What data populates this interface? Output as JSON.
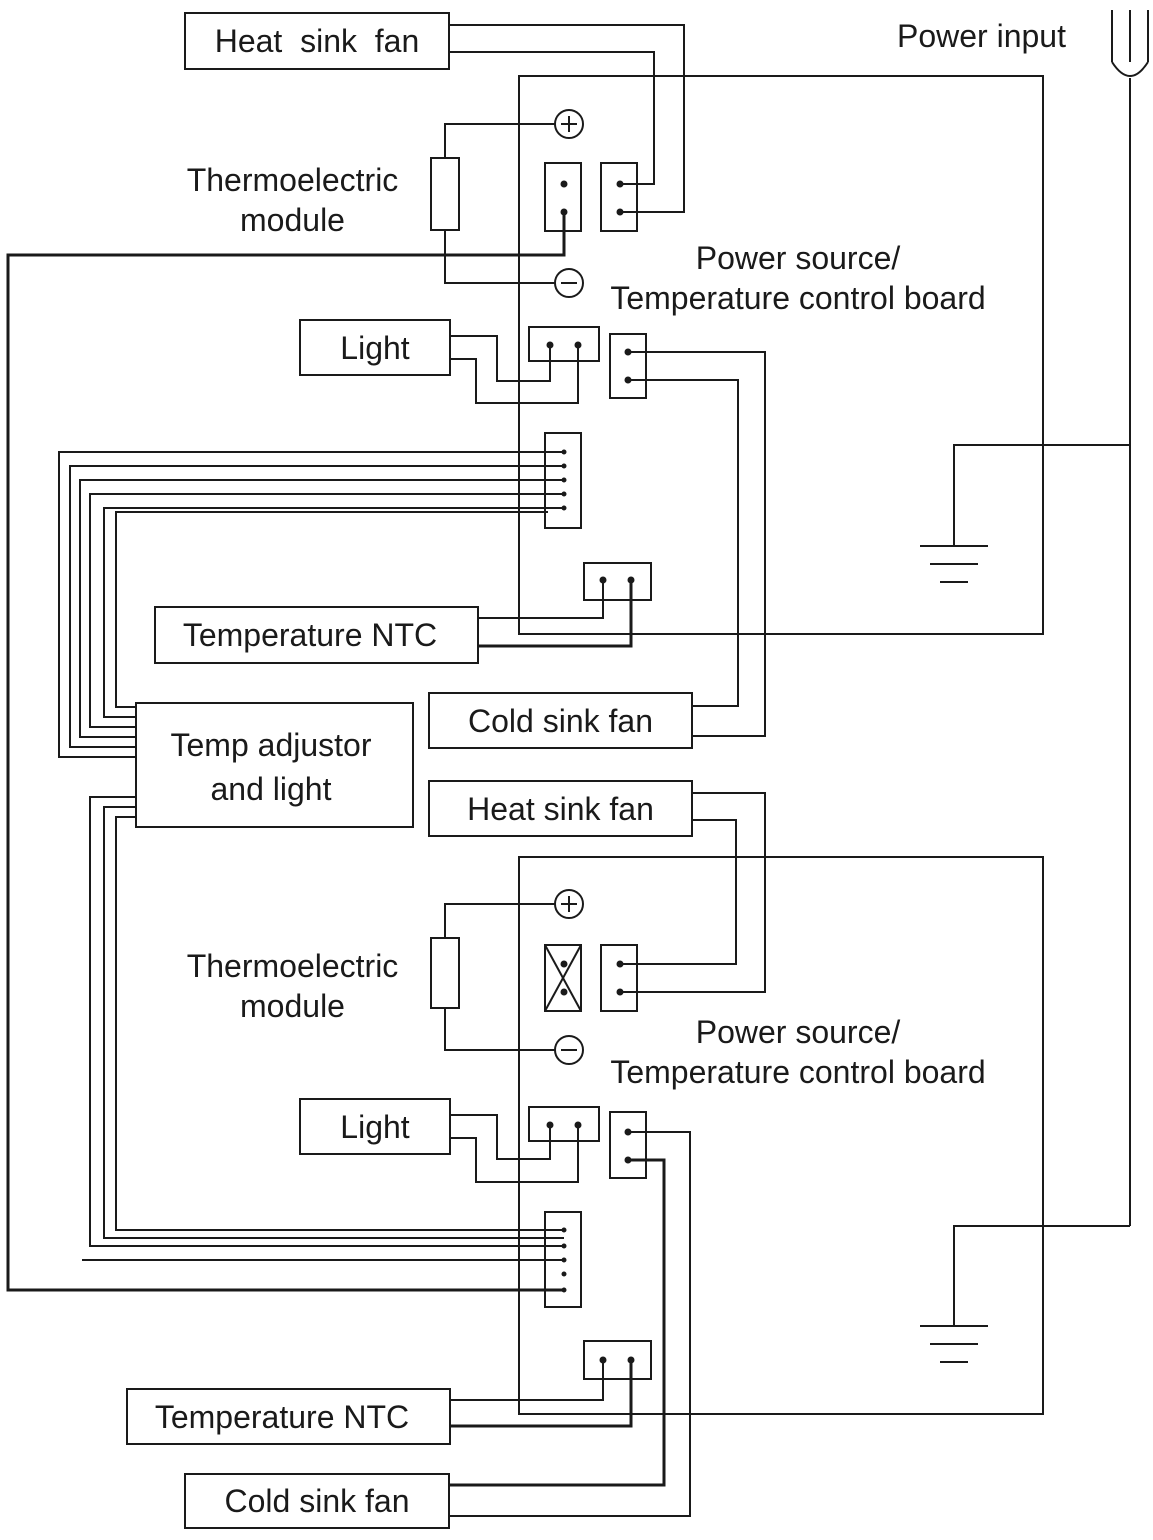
{
  "top_unit": {
    "heat_sink_fan": "Heat  sink  fan",
    "thermoelectric_module": [
      "Thermoelectric",
      "module"
    ],
    "board": [
      "Power source/",
      "Temperature control board"
    ],
    "light": "Light",
    "temperature_ntc": "Temperature NTC",
    "cold_sink_fan": "Cold sink fan"
  },
  "shared": {
    "power_input": "Power input",
    "temp_adjustor": [
      "Temp adjustor",
      "and light"
    ]
  },
  "bottom_unit": {
    "heat_sink_fan": "Heat sink fan",
    "thermoelectric_module": [
      "Thermoelectric",
      "module"
    ],
    "board": [
      "Power source/",
      "Temperature control board"
    ],
    "light": "Light",
    "temperature_ntc": "Temperature NTC",
    "cold_sink_fan": "Cold sink fan"
  }
}
